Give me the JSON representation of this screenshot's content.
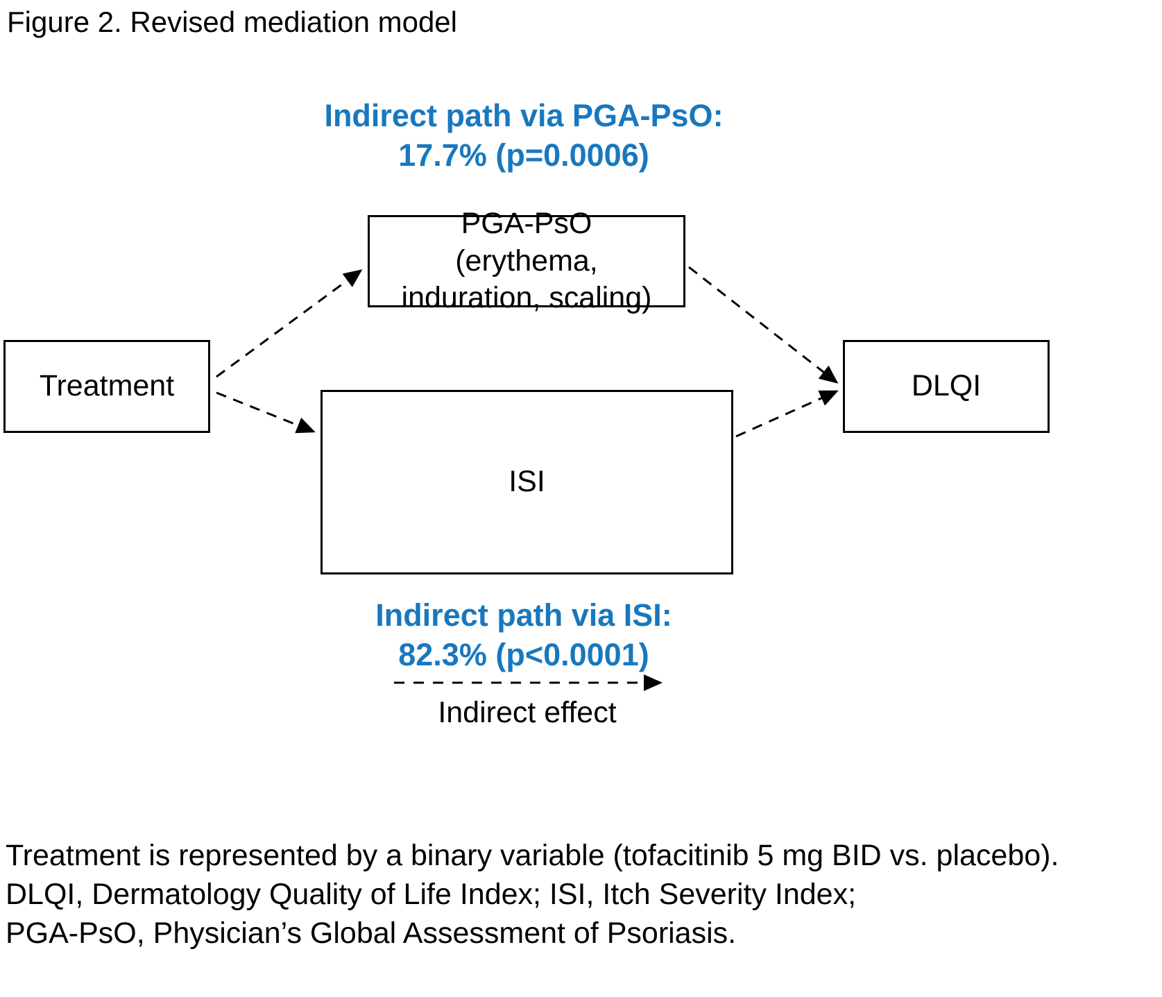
{
  "title": "Figure 2. Revised mediation model",
  "colors": {
    "accent_blue": "#1878BE",
    "box_border": "#000000",
    "background": "#FFFFFF"
  },
  "diagram": {
    "indirect_pga": {
      "line1": "Indirect path via PGA-PsO:",
      "line2": "17.7% (p=0.0006)"
    },
    "indirect_isi": {
      "line1": "Indirect path via ISI:",
      "line2": "82.3% (p<0.0001)"
    },
    "nodes": {
      "treatment": "Treatment",
      "pga": "PGA-PsO (erythema, induration, scaling)",
      "isi": "ISI",
      "dlqi": "DLQI"
    },
    "legend": {
      "label": "Indirect effect"
    }
  },
  "footnote": {
    "line1": "Treatment is represented by a binary variable (tofacitinib 5 mg BID vs. placebo).",
    "line2": "DLQI, Dermatology Quality of Life Index; ISI, Itch Severity Index;",
    "line3": "PGA-PsO, Physician’s Global Assessment of Psoriasis."
  }
}
